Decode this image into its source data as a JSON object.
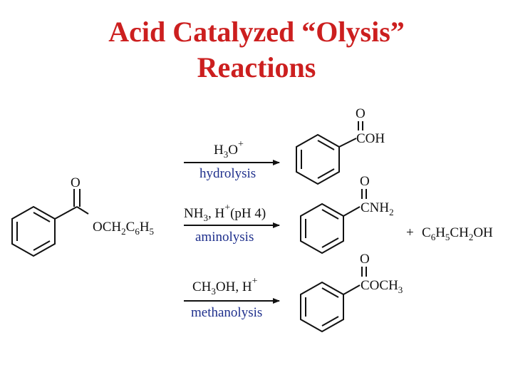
{
  "title": {
    "line1": "Acid Catalyzed “Olysis”",
    "line2": "Reactions",
    "color": "#cc1f1f"
  },
  "start_material": {
    "carbonyl_o": "O",
    "group": {
      "main": "OCH",
      "s1": "2",
      "m2": "C",
      "s2": "6",
      "m3": "H",
      "s3": "5"
    }
  },
  "reactions": [
    {
      "reagent": {
        "a": "H",
        "a_sub": "3",
        "b": "O",
        "sup": "+"
      },
      "label": "hydrolysis",
      "product_o": "O",
      "product_group": {
        "main": "COH",
        "sub": ""
      }
    },
    {
      "reagent": {
        "a": "NH",
        "a_sub": "3",
        "b": ", H",
        "sup": "+",
        "c": "(pH 4)"
      },
      "label": "aminolysis",
      "product_o": "O",
      "product_group": {
        "main": "CNH",
        "sub": "2"
      }
    },
    {
      "reagent": {
        "a": "CH",
        "a_sub": "3",
        "b": "OH, H",
        "sup": "+"
      },
      "label": "methanolysis",
      "product_o": "O",
      "product_group": {
        "main": "COCH",
        "sub": "3"
      }
    }
  ],
  "byproduct": {
    "plus": "+",
    "formula": {
      "m1": "C",
      "s1": "6",
      "m2": "H",
      "s2": "5",
      "m3": "CH",
      "s3": "2",
      "m4": "OH"
    }
  },
  "colors": {
    "label_blue": "#1e2f8c",
    "ink": "#111111"
  }
}
